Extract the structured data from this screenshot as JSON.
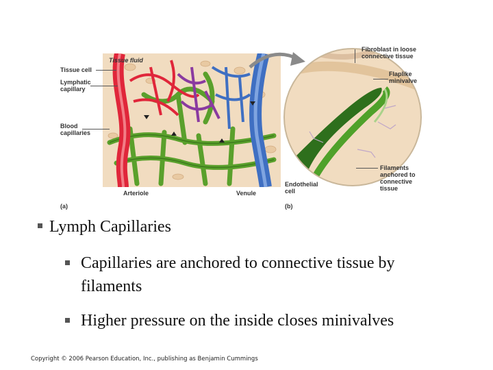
{
  "figure": {
    "a_labels": {
      "tissue_fluid": "Tissue fluid",
      "tissue_cell": "Tissue cell",
      "lymphatic_capillary": "Lymphatic\ncapillary",
      "blood_capillaries": "Blood\ncapillaries",
      "arteriole": "Arteriole",
      "venule": "Venule",
      "panel": "(a)"
    },
    "b_labels": {
      "fibroblast": "Fibroblast in loose\nconnective tissue",
      "flaplike": "Flaplike\nminivalve",
      "filaments": "Filaments\nanchored to\nconnective\ntissue",
      "endothelial": "Endothelial\ncell",
      "panel": "(b)"
    }
  },
  "bullets": {
    "main": "Lymph Capillaries",
    "sub": [
      "Capillaries are anchored to connective tissue by filaments",
      "Higher pressure on the inside closes minivalves"
    ]
  },
  "footer": {
    "copyright": "Copyright © 2006 Pearson Education, Inc., publishing as Benjamin Cummings"
  },
  "colors": {
    "arteriole": "#e0263a",
    "venule": "#3f6fc2",
    "lymphatic": "#5aa02c",
    "tissue_bg": "#f1dcc0",
    "mixed": "#8a3aa0"
  }
}
